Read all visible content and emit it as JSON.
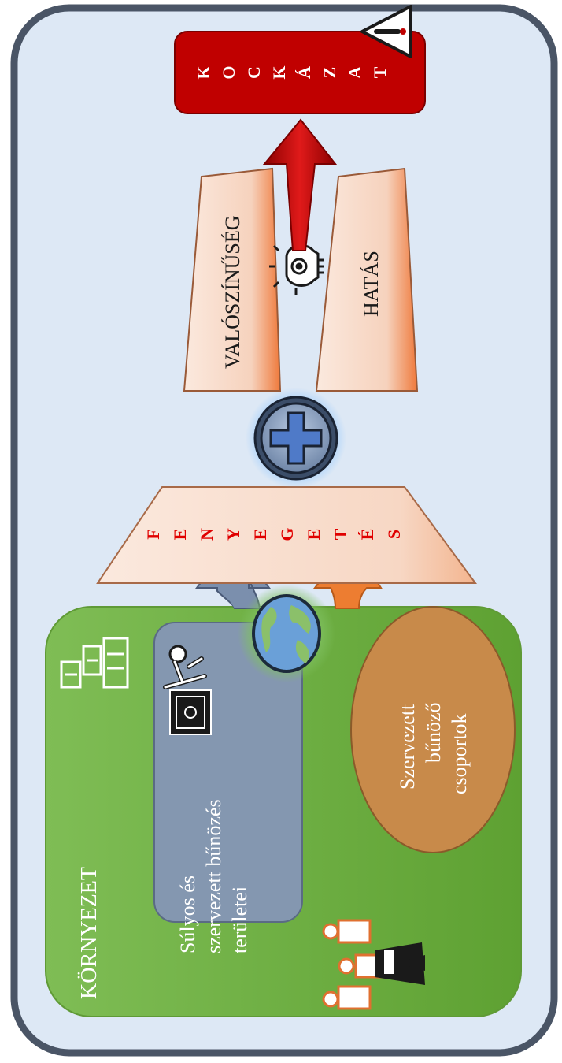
{
  "risk": {
    "label": "KOCKÁZAT",
    "letters": [
      "K",
      "O",
      "C",
      "K",
      "Á",
      "Z",
      "A",
      "T"
    ]
  },
  "probability": {
    "label": "VALÓSZÍNŰSÉG"
  },
  "impact": {
    "label": "HATÁS"
  },
  "threat": {
    "label": "FENYEGETÉS",
    "letters": [
      "F",
      "E",
      "N",
      "Y",
      "E",
      "G",
      "E",
      "T",
      "É",
      "S"
    ]
  },
  "environment": {
    "label": "KÖRNYEZET",
    "crime_areas": {
      "line1": "Súlyos és",
      "line2": "szervezett bűnözés",
      "line3": "területei"
    },
    "groups": {
      "line1": "Szervezett",
      "line2": "bűnöző",
      "line3": "csoportok"
    }
  },
  "colors": {
    "canvas": "#dde8f5",
    "frame": "#4a5566",
    "risk_box": "#c00000",
    "threat_text": "#e00000",
    "trapezoid_top": "#f6d5c2",
    "trapezoid_orange": "#f07b3e",
    "environment_green": "#6fb043",
    "crime_box": "#8497b0",
    "groups_ellipse": "#c88a4a",
    "arrow_blue": "#7b8fad",
    "arrow_orange": "#ed7d31",
    "arrow_red": "#c00000"
  }
}
